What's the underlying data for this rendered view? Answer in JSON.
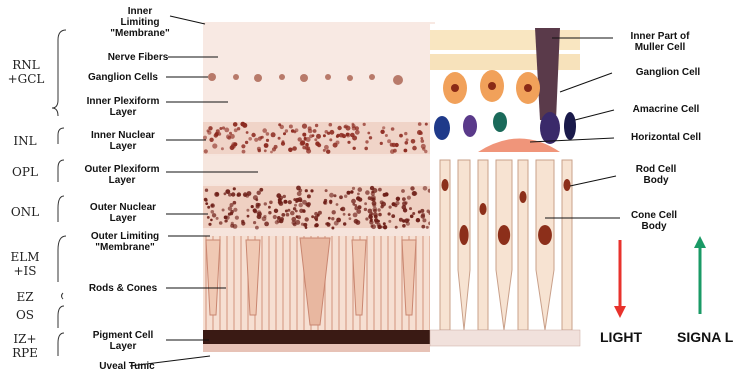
{
  "abbreviations": [
    {
      "id": "rnl",
      "text": "RNL\n+GCL"
    },
    {
      "id": "inl",
      "text": "INL"
    },
    {
      "id": "opl",
      "text": "OPL"
    },
    {
      "id": "onl",
      "text": "ONL"
    },
    {
      "id": "elm",
      "text": "ELM\n+IS"
    },
    {
      "id": "ez",
      "text": "EZ"
    },
    {
      "id": "os",
      "text": "OS"
    },
    {
      "id": "iz",
      "text": "IZ+\nRPE"
    }
  ],
  "left_labels": {
    "inner_limiting": "Inner\nLimiting\n\"Membrane\"",
    "nerve_fibers": "Nerve Fibers",
    "ganglion_cells": "Ganglion Cells",
    "inner_plexiform": "Inner Plexiform\nLayer",
    "inner_nuclear": "Inner Nuclear\nLayer",
    "outer_plexiform": "Outer Plexiform\nLayer",
    "outer_nuclear": "Outer Nuclear\nLayer",
    "outer_limiting": "Outer Limiting\n\"Membrane\"",
    "rods_cones": "Rods & Cones",
    "pigment": "Pigment Cell\nLayer",
    "uveal": "Uveal Tunic"
  },
  "right_labels": {
    "muller": "Inner Part of\nMuller Cell",
    "ganglion_cell": "Ganglion Cell",
    "amacrine": "Amacrine Cell",
    "horizontal": "Horizontal Cell",
    "rod_body": "Rod Cell\nBody",
    "cone_body": "Cone Cell\nBody"
  },
  "arrows": {
    "light": "LIGHT",
    "signal": "SIGNA L",
    "light_color": "#e8322c",
    "signal_color": "#1a9a66"
  }
}
